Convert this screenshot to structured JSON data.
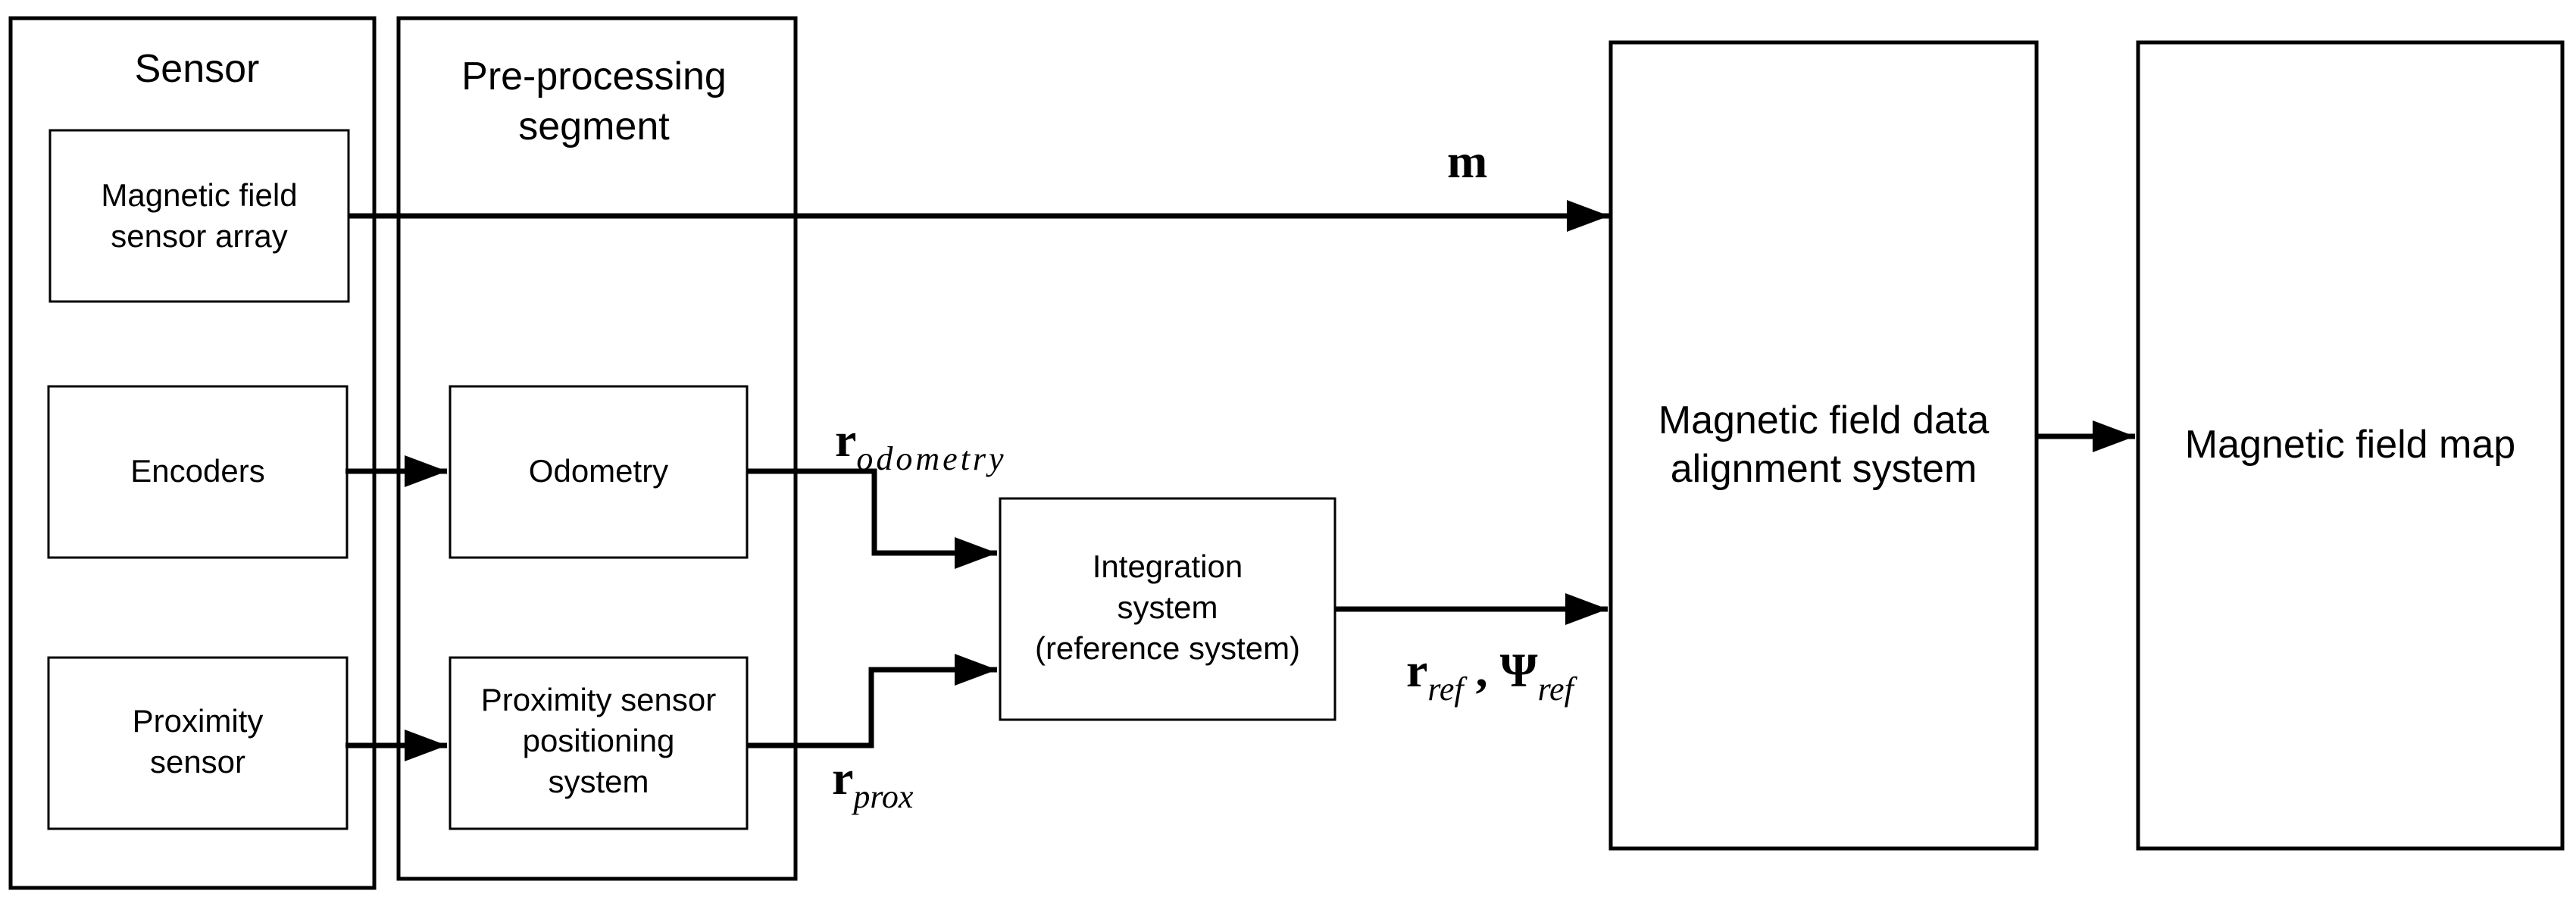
{
  "sensor_group": {
    "title": "Sensor"
  },
  "preprocessing_group": {
    "title_line1": "Pre-processing",
    "title_line2": "segment"
  },
  "blocks": {
    "magnetic_sensor_array": {
      "line1": "Magnetic field",
      "line2": "sensor array"
    },
    "encoders": {
      "line1": "Encoders"
    },
    "proximity_sensor": {
      "line1": "Proximity",
      "line2": "sensor"
    },
    "odometry": {
      "line1": "Odometry"
    },
    "proximity_positioning": {
      "line1": "Proximity sensor",
      "line2": "positioning",
      "line3": "system"
    },
    "integration": {
      "line1": "Integration",
      "line2": "system",
      "line3": "(reference system)"
    },
    "alignment": {
      "line1": "Magnetic field data",
      "line2": "alignment system"
    },
    "field_map": {
      "line1": "Magnetic field map"
    }
  },
  "signals": {
    "m": "m",
    "r_odometry": {
      "symbol": "r",
      "subscript": "odometry"
    },
    "r_prox": {
      "symbol": "r",
      "subscript": "prox"
    },
    "r_ref": {
      "symbol": "r",
      "subscript": "ref",
      "separator": " , ",
      "symbol2": "Ψ",
      "subscript2": "ref"
    }
  }
}
